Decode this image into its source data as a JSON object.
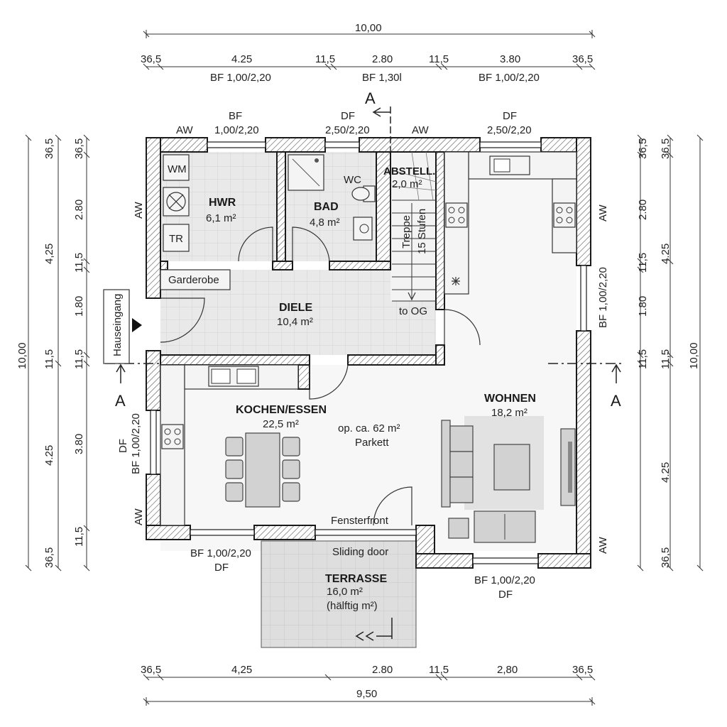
{
  "dimensions": {
    "top_total": "10,00",
    "top_segments": [
      "36,5",
      "4.25",
      "11,5",
      "2.80",
      "11,5",
      "3.80",
      "36,5"
    ],
    "top_openings": [
      "BF 1,00/2,20",
      "BF 1,30l",
      "BF 1,00/2,20"
    ],
    "bottom_segments": [
      "36,5",
      "4,25",
      "2.80",
      "11,5",
      "2,80",
      "36,5"
    ],
    "bottom_total": "9,50",
    "left_outer": [
      "10,00",
      "4,25",
      "4.25"
    ],
    "left_inner": [
      "36,5",
      "2.80",
      "11,5",
      "1.80",
      "11,5",
      "3.80",
      "11,5",
      "36,5"
    ],
    "left_extra": [
      "36,5"
    ],
    "right_inner": [
      "36,5",
      "2.80",
      "11,5",
      "1.80",
      "11,5",
      "4.25",
      "36,5"
    ],
    "right_outer": [
      "36,5",
      "4.25",
      "11,5",
      "10,00"
    ]
  },
  "openings": {
    "top_bf": "BF",
    "top_bf_size": "1,00/2,20",
    "top_df1": "DF",
    "top_df1_size": "2,50/2,20",
    "top_df2": "DF",
    "top_df2_size": "2,50/2,20",
    "aw": "AW",
    "left_df": "DF",
    "left_bf": "BF 1,00/2,20",
    "right_bf": "BF 1,00/2,20",
    "bottom_left_bf": "BF 1,00/2,20",
    "bottom_left_df": "DF",
    "bottom_right_bf": "BF 1,00/2,20",
    "bottom_right_df": "DF",
    "fensterfront": "Fensterfront",
    "sliding_door": "Sliding door",
    "entrance": "Hauseingang"
  },
  "rooms": {
    "hwr": {
      "name": "HWR",
      "area": "6,1 m²"
    },
    "bad": {
      "name": "BAD",
      "area": "4,8 m²"
    },
    "abstell": {
      "name": "ABSTELL.",
      "area": "2,0 m²"
    },
    "diele": {
      "name": "DIELE",
      "area": "10,4 m²"
    },
    "kochen": {
      "name": "KOCHEN/ESSEN",
      "area": "22,5 m²"
    },
    "wohnen": {
      "name": "WOHNEN",
      "area": "18,2 m²"
    },
    "open": {
      "name": "op. ca. 62 m²",
      "floor": "Parkett"
    },
    "terrasse": {
      "name": "TERRASSE",
      "area": "16,0 m²",
      "note": "(hälftig m²)"
    }
  },
  "fixtures": {
    "wm": "WM",
    "tr": "TR",
    "wc": "WC",
    "garderobe": "Garderobe",
    "stairs_line1": "Treppe",
    "stairs_line2": "15 Stufen",
    "to_og": "to OG"
  },
  "section": {
    "marker": "A"
  }
}
